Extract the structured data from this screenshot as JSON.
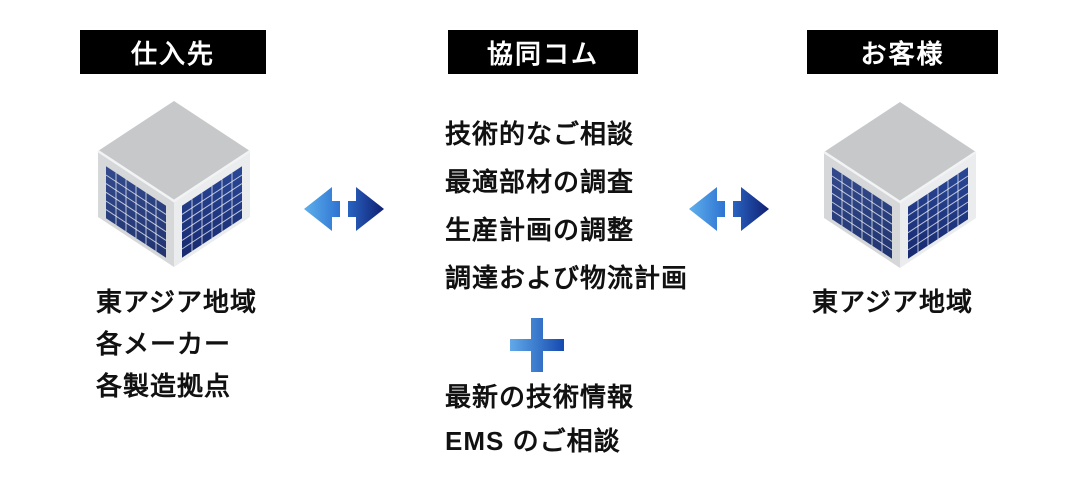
{
  "headers": {
    "supplier": "仕入先",
    "company": "協同コム",
    "customer": "お客様"
  },
  "left": {
    "lines": [
      "東アジア地域",
      "各メーカー",
      "各製造拠点"
    ]
  },
  "center": {
    "services": [
      "技術的なご相談",
      "最適部材の調査",
      "生産計画の調整",
      "調達および物流計画"
    ],
    "extras": [
      "最新の技術情報",
      "EMS のご相談"
    ]
  },
  "right": {
    "lines": [
      "東アジア地域"
    ]
  },
  "icons": {
    "cube": "isometric-building-cube",
    "double_arrow": "bidirectional-arrow",
    "plus": "plus-sign"
  },
  "colors": {
    "background": "#ffffff",
    "label_bg": "#000000",
    "label_text": "#ffffff",
    "body_text": "#111111",
    "arrow_gradient_light": "#5fb0ec",
    "arrow_gradient_mid": "#2e73d2",
    "arrow_gradient_dark": "#101f73",
    "plus_gradient_light": "#61a9e9",
    "plus_gradient_dark": "#154ab0",
    "cube_top": "#c7c8ca",
    "cube_frame_left": "#d6d7d9",
    "cube_frame_right": "#ebecee",
    "cube_panel_left": "#2a3f80",
    "cube_panel_right": "#1f3b8c",
    "cube_grid_line": "#ffffff"
  }
}
